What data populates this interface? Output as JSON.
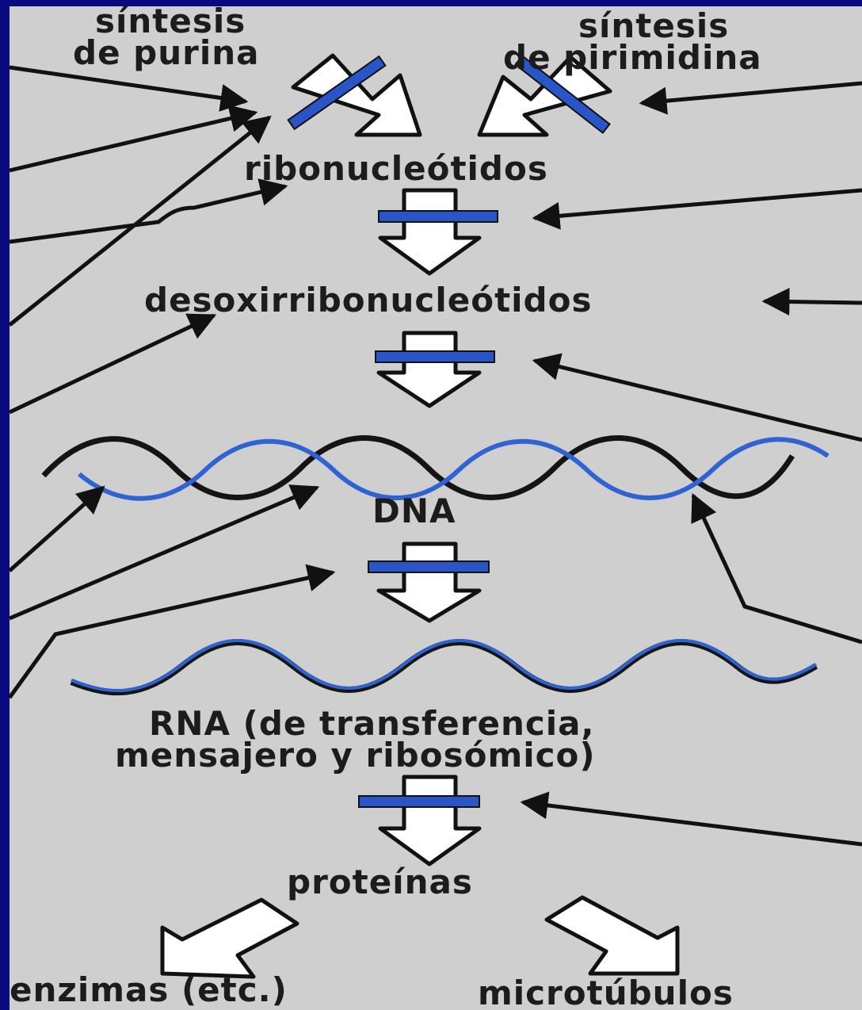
{
  "diagram": {
    "source_labels": {
      "purine": {
        "line1": "síntesis",
        "line2": "de purina"
      },
      "pyrimidine": {
        "line1": "síntesis",
        "line2": "de pirimidina"
      }
    },
    "stages": {
      "ribonucleotides": "ribonucleótidos",
      "deoxyribonucleotides": "desoxirribonucleótidos",
      "dna": "DNA",
      "rna_line1": "RNA (de transferencia,",
      "rna_line2": "mensajero y ribosómico)",
      "proteins": "proteínas"
    },
    "outputs": {
      "enzymes": "enzimas (etc.)",
      "microtubules": "microtúbulos"
    },
    "colors": {
      "background_frame": "#0a0a80",
      "paper": "#cfcfcf",
      "block_bar": "#2a55c8",
      "helix_dark": "#141414",
      "helix_blue": "#2f63d2",
      "arrow_fill": "#ffffff"
    }
  }
}
